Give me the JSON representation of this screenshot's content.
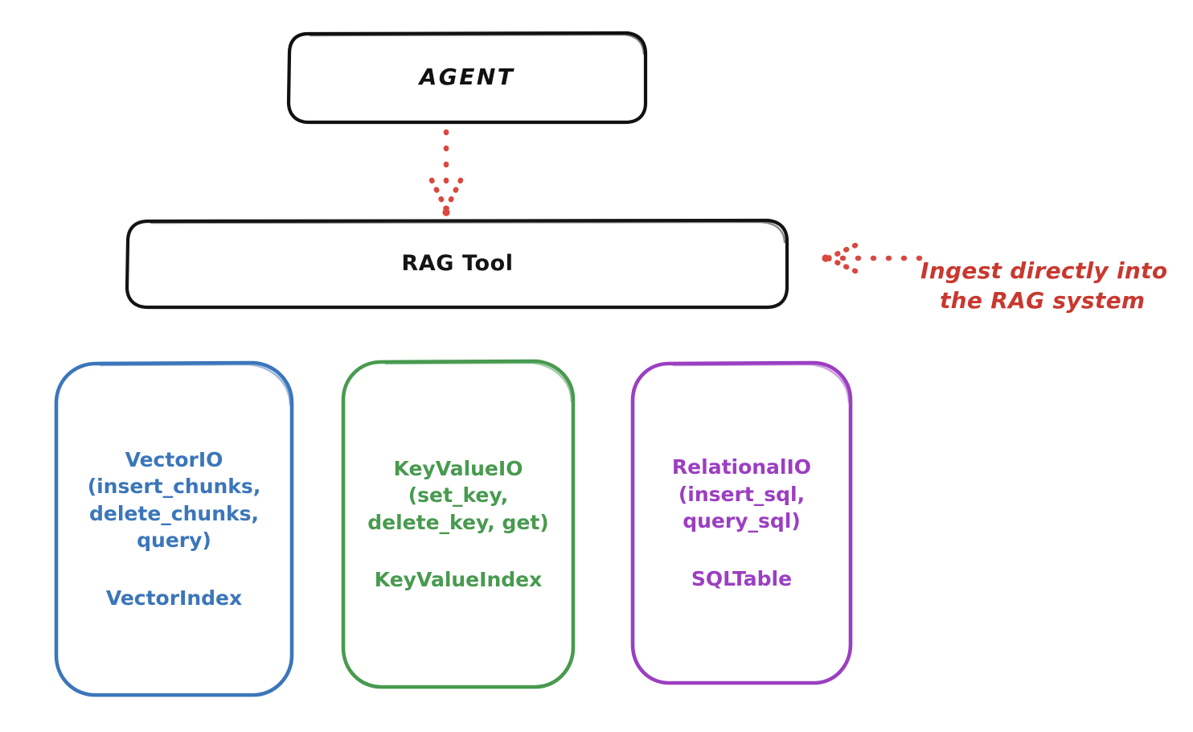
{
  "diagram": {
    "title": "RAG Tool architecture sketch",
    "background_color": "#ffffff"
  },
  "nodes": {
    "agent": {
      "label": "AGENT",
      "stroke_color": "#111111",
      "text_color": "#111111"
    },
    "rag_tool": {
      "label": "RAG Tool",
      "stroke_color": "#141414",
      "text_color": "#141414"
    },
    "vector_io": {
      "api_label": "VectorIO\n(insert_chunks,\ndelete_chunks,\nquery)",
      "index_label": "VectorIndex",
      "stroke_color": "#3b76ba",
      "text_color": "#3b76ba"
    },
    "key_value_io": {
      "api_label": "KeyValueIO\n(set_key,\ndelete_key, get)",
      "index_label": "KeyValueIndex",
      "stroke_color": "#489a4f",
      "text_color": "#489a4f"
    },
    "relational_io": {
      "api_label": "RelationalIO\n(insert_sql,\nquery_sql)",
      "index_label": "SQLTable",
      "stroke_color": "#9b3fc1",
      "text_color": "#9b3fc1"
    }
  },
  "annotations": {
    "ingest_note": {
      "line_1": "Ingest directly into",
      "line_2": "the RAG system",
      "color": "#c9382f"
    }
  },
  "connectors": {
    "agent_to_rag": {
      "name": "agent-to-rag-tool-arrow",
      "style": "dotted",
      "direction": "down",
      "color": "#d9483f"
    },
    "ingest_to_rag": {
      "name": "ingest-to-rag-tool-arrow",
      "style": "dotted",
      "direction": "left",
      "color": "#d9483f"
    }
  }
}
